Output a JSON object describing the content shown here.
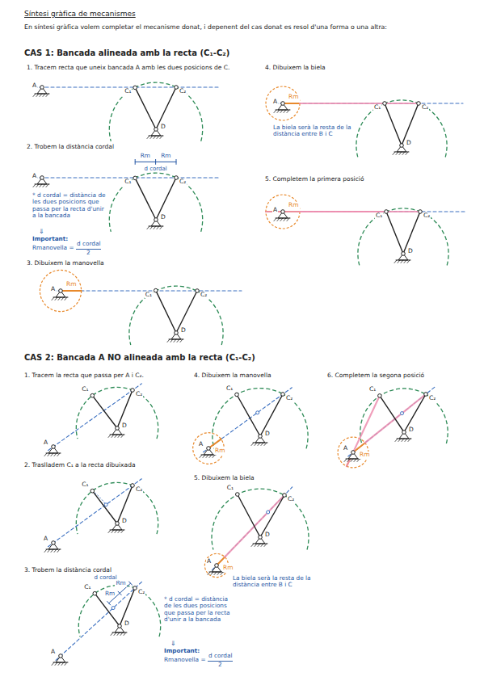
{
  "diagram": {
    "title": "Síntesi gràfica de mecanismes",
    "labels": [
      "En síntesi gràfica volem completar el mecanisme donat, i depenent del cas donat es resol d'una forma o una altra:",
      "CAS 1: Bancada alineada amb la recta (C₁-C₂)",
      "1. Tracem recta que uneix bancada A amb les dues posicions de C.",
      "A",
      "C₁",
      "C₂",
      "D",
      "2. Trobem la distància cordal",
      "A",
      "C₁",
      "C₂",
      "D",
      "Rm",
      "Rm",
      "d cordal",
      "* d cordal = distància de les dues posicions que passa per la recta d'unir a la bancada",
      "⇓",
      "Important:",
      "Rmanovella =",
      "d cordal",
      "2",
      "3. Dibuixem la manovella",
      "A",
      "Rm",
      "C₁",
      "C₂",
      "D",
      "4. Dibuixem la biela",
      "A",
      "Rm",
      "C₁",
      "C₂",
      "D",
      "La biela serà la resta de la distància entre B i C",
      "5. Completem la primera posició",
      "A",
      "Rm",
      "C₁",
      "C₂",
      "D",
      "CAS 2: Bancada A NO alineada amb la recta (C₁-C₂)",
      "1. Tracem la recta que passa per A i C₂.",
      "A",
      "C₁",
      "C₂",
      "D",
      "2. Traslladem C₁ a la recta dibuixada",
      "A",
      "C₁",
      "C₂",
      "D",
      "3. Trobem la distància cordal",
      "A",
      "C₁",
      "C₂",
      "D",
      "Rm",
      "Rm",
      "d cordal",
      "* d cordal = distància de les dues posicions que passa per la recta d'unir a la bancada",
      "⇓",
      "Important:",
      "Rmanovella =",
      "d cordal",
      "2",
      "4. Dibuixem la manovella",
      "A",
      "C₁",
      "C₂",
      "D",
      "Rm",
      "5. Dibuixem la biela",
      "A",
      "C₁",
      "C₂",
      "D",
      "Rm",
      "La biela serà la resta de la distància entre B i C",
      "6. Completem la segona posició",
      "A",
      "C₁",
      "C₂",
      "D",
      "Rm"
    ]
  }
}
